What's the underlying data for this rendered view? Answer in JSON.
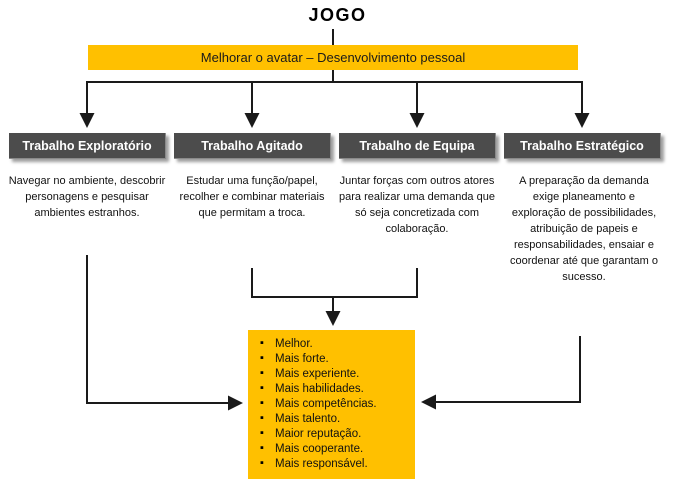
{
  "title": "JOGO",
  "banner": {
    "label": "Melhorar o avatar – Desenvolvimento pessoal"
  },
  "colors": {
    "accent_yellow": "#FFC000",
    "box_gray": "#4C4C4C",
    "line_black": "#1A1A1A"
  },
  "columns": [
    {
      "title": "Trabalho Exploratório",
      "description": "Navegar no ambiente, descobrir personagens e pesquisar ambientes estranhos."
    },
    {
      "title": "Trabalho Agitado",
      "description": "Estudar uma função/papel, recolher e combinar materiais que permitam a troca."
    },
    {
      "title": "Trabalho de Equipa",
      "description": "Juntar forças com outros atores para realizar uma demanda que só seja concretizada com colaboração."
    },
    {
      "title": "Trabalho Estratégico",
      "description": "A preparação da demanda exige planeamento e exploração de possibilidades, atribuição de papeis e responsabilidades, ensaiar e coordenar até que garantam o sucesso."
    }
  ],
  "results_box": {
    "items": [
      "Melhor.",
      "Mais forte.",
      "Mais experiente.",
      "Mais habilidades.",
      "Mais competências.",
      "Mais talento.",
      "Maior reputação.",
      "Mais cooperante.",
      "Mais responsável."
    ]
  }
}
